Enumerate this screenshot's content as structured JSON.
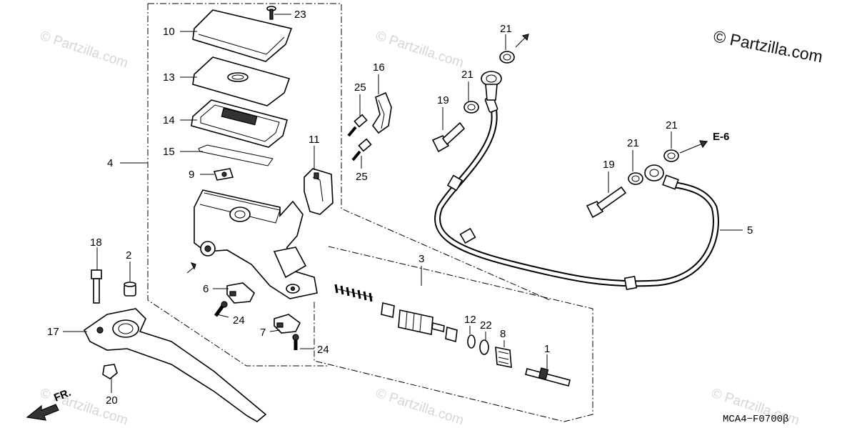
{
  "watermark": {
    "copyright": "© Partzilla.com",
    "faint": "© Partzilla.com"
  },
  "diagram_code": "MCA4−F0700β",
  "direction_label": "FR.",
  "reference_label": "E-6",
  "callouts": {
    "c1": "1",
    "c2": "2",
    "c3": "3",
    "c4": "4",
    "c5": "5",
    "c6": "6",
    "c7": "7",
    "c8": "8",
    "c9": "9",
    "c10": "10",
    "c11": "11",
    "c12": "12",
    "c13": "13",
    "c14": "14",
    "c15": "15",
    "c16": "16",
    "c17": "17",
    "c18": "18",
    "c19a": "19",
    "c19b": "19",
    "c20": "20",
    "c21a": "21",
    "c21b": "21",
    "c21c": "21",
    "c21d": "21",
    "c22": "22",
    "c23": "23",
    "c24a": "24",
    "c24b": "24",
    "c25a": "25",
    "c25b": "25"
  }
}
